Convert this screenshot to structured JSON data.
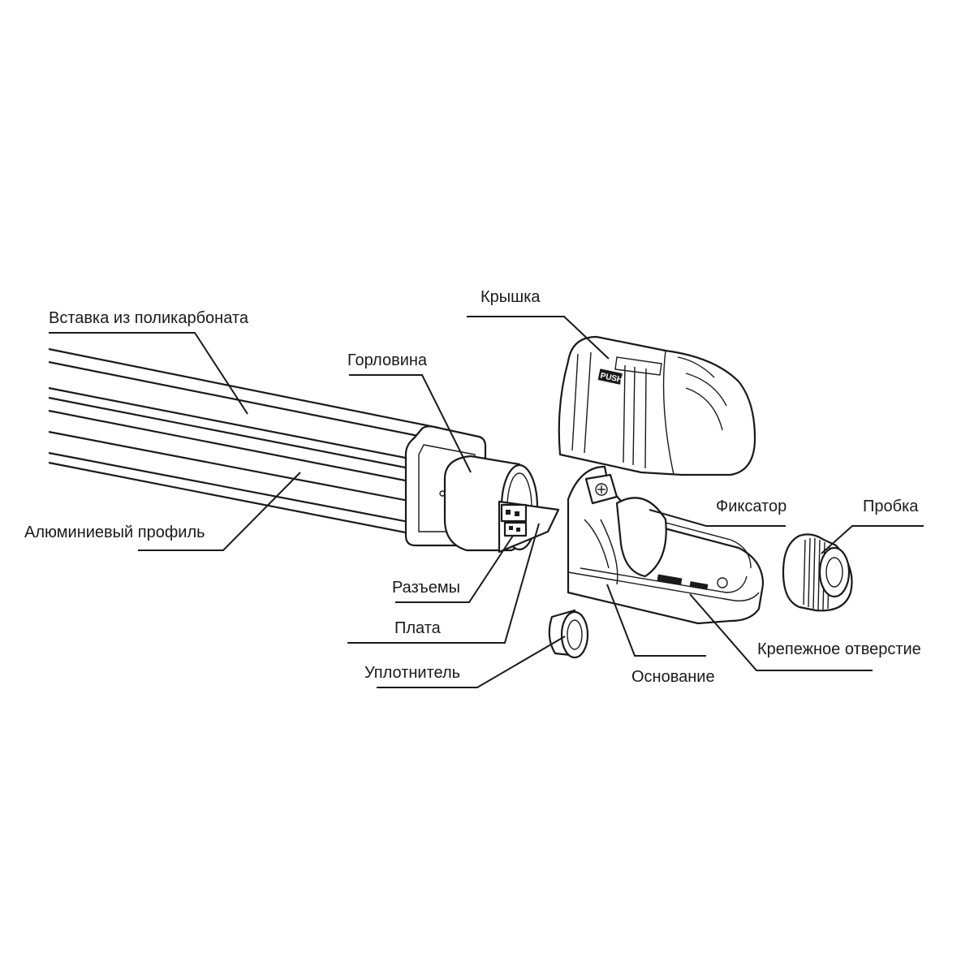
{
  "labels": {
    "polycarbonate_insert": "Вставка из поликарбоната",
    "neck": "Горловина",
    "cover": "Крышка",
    "aluminum_profile": "Алюминиевый профиль",
    "connectors": "Разъемы",
    "board": "Плата",
    "seal": "Уплотнитель",
    "retainer": "Фиксатор",
    "plug": "Пробка",
    "mounting_hole": "Крепежное отверстие",
    "base": "Основание"
  },
  "cover_marking": "PUSH"
}
